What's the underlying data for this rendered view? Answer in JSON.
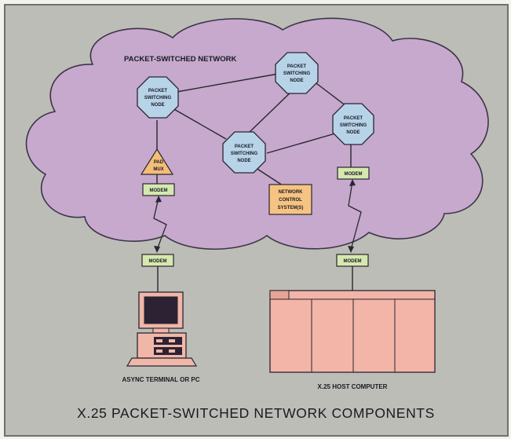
{
  "network_label": "PACKET-SWITCHED NETWORK",
  "nodes": [
    {
      "id": "n1",
      "line1": "PACKET",
      "line2": "SWITCHING",
      "line3": "NODE"
    },
    {
      "id": "n2",
      "line1": "PACKET",
      "line2": "SWITCHING",
      "line3": "NODE"
    },
    {
      "id": "n3",
      "line1": "PACKET",
      "line2": "SWITCHING",
      "line3": "NODE"
    },
    {
      "id": "n4",
      "line1": "PACKET",
      "line2": "SWITCHING",
      "line3": "NODE"
    }
  ],
  "pad_mux": {
    "line1": "PAD",
    "line2": "MUX"
  },
  "network_control": {
    "line1": "NETWORK",
    "line2": "CONTROL",
    "line3": "SYSTEM(S)"
  },
  "modems": [
    "MODEM",
    "MODEM",
    "MODEM",
    "MODEM"
  ],
  "terminal_label": "ASYNC TERMINAL OR PC",
  "host_label": "X.25 HOST COMPUTER",
  "caption": "X.25 PACKET-SWITCHED NETWORK COMPONENTS",
  "colors": {
    "background": "#bcbdb7",
    "cloud": "#c6a9cd",
    "node": "#b7d3e8",
    "modem": "#d6e8b0",
    "pad": "#f4bd78",
    "control": "#f6c482",
    "host": "#f2b5a8",
    "terminal": "#f0b7a9"
  }
}
